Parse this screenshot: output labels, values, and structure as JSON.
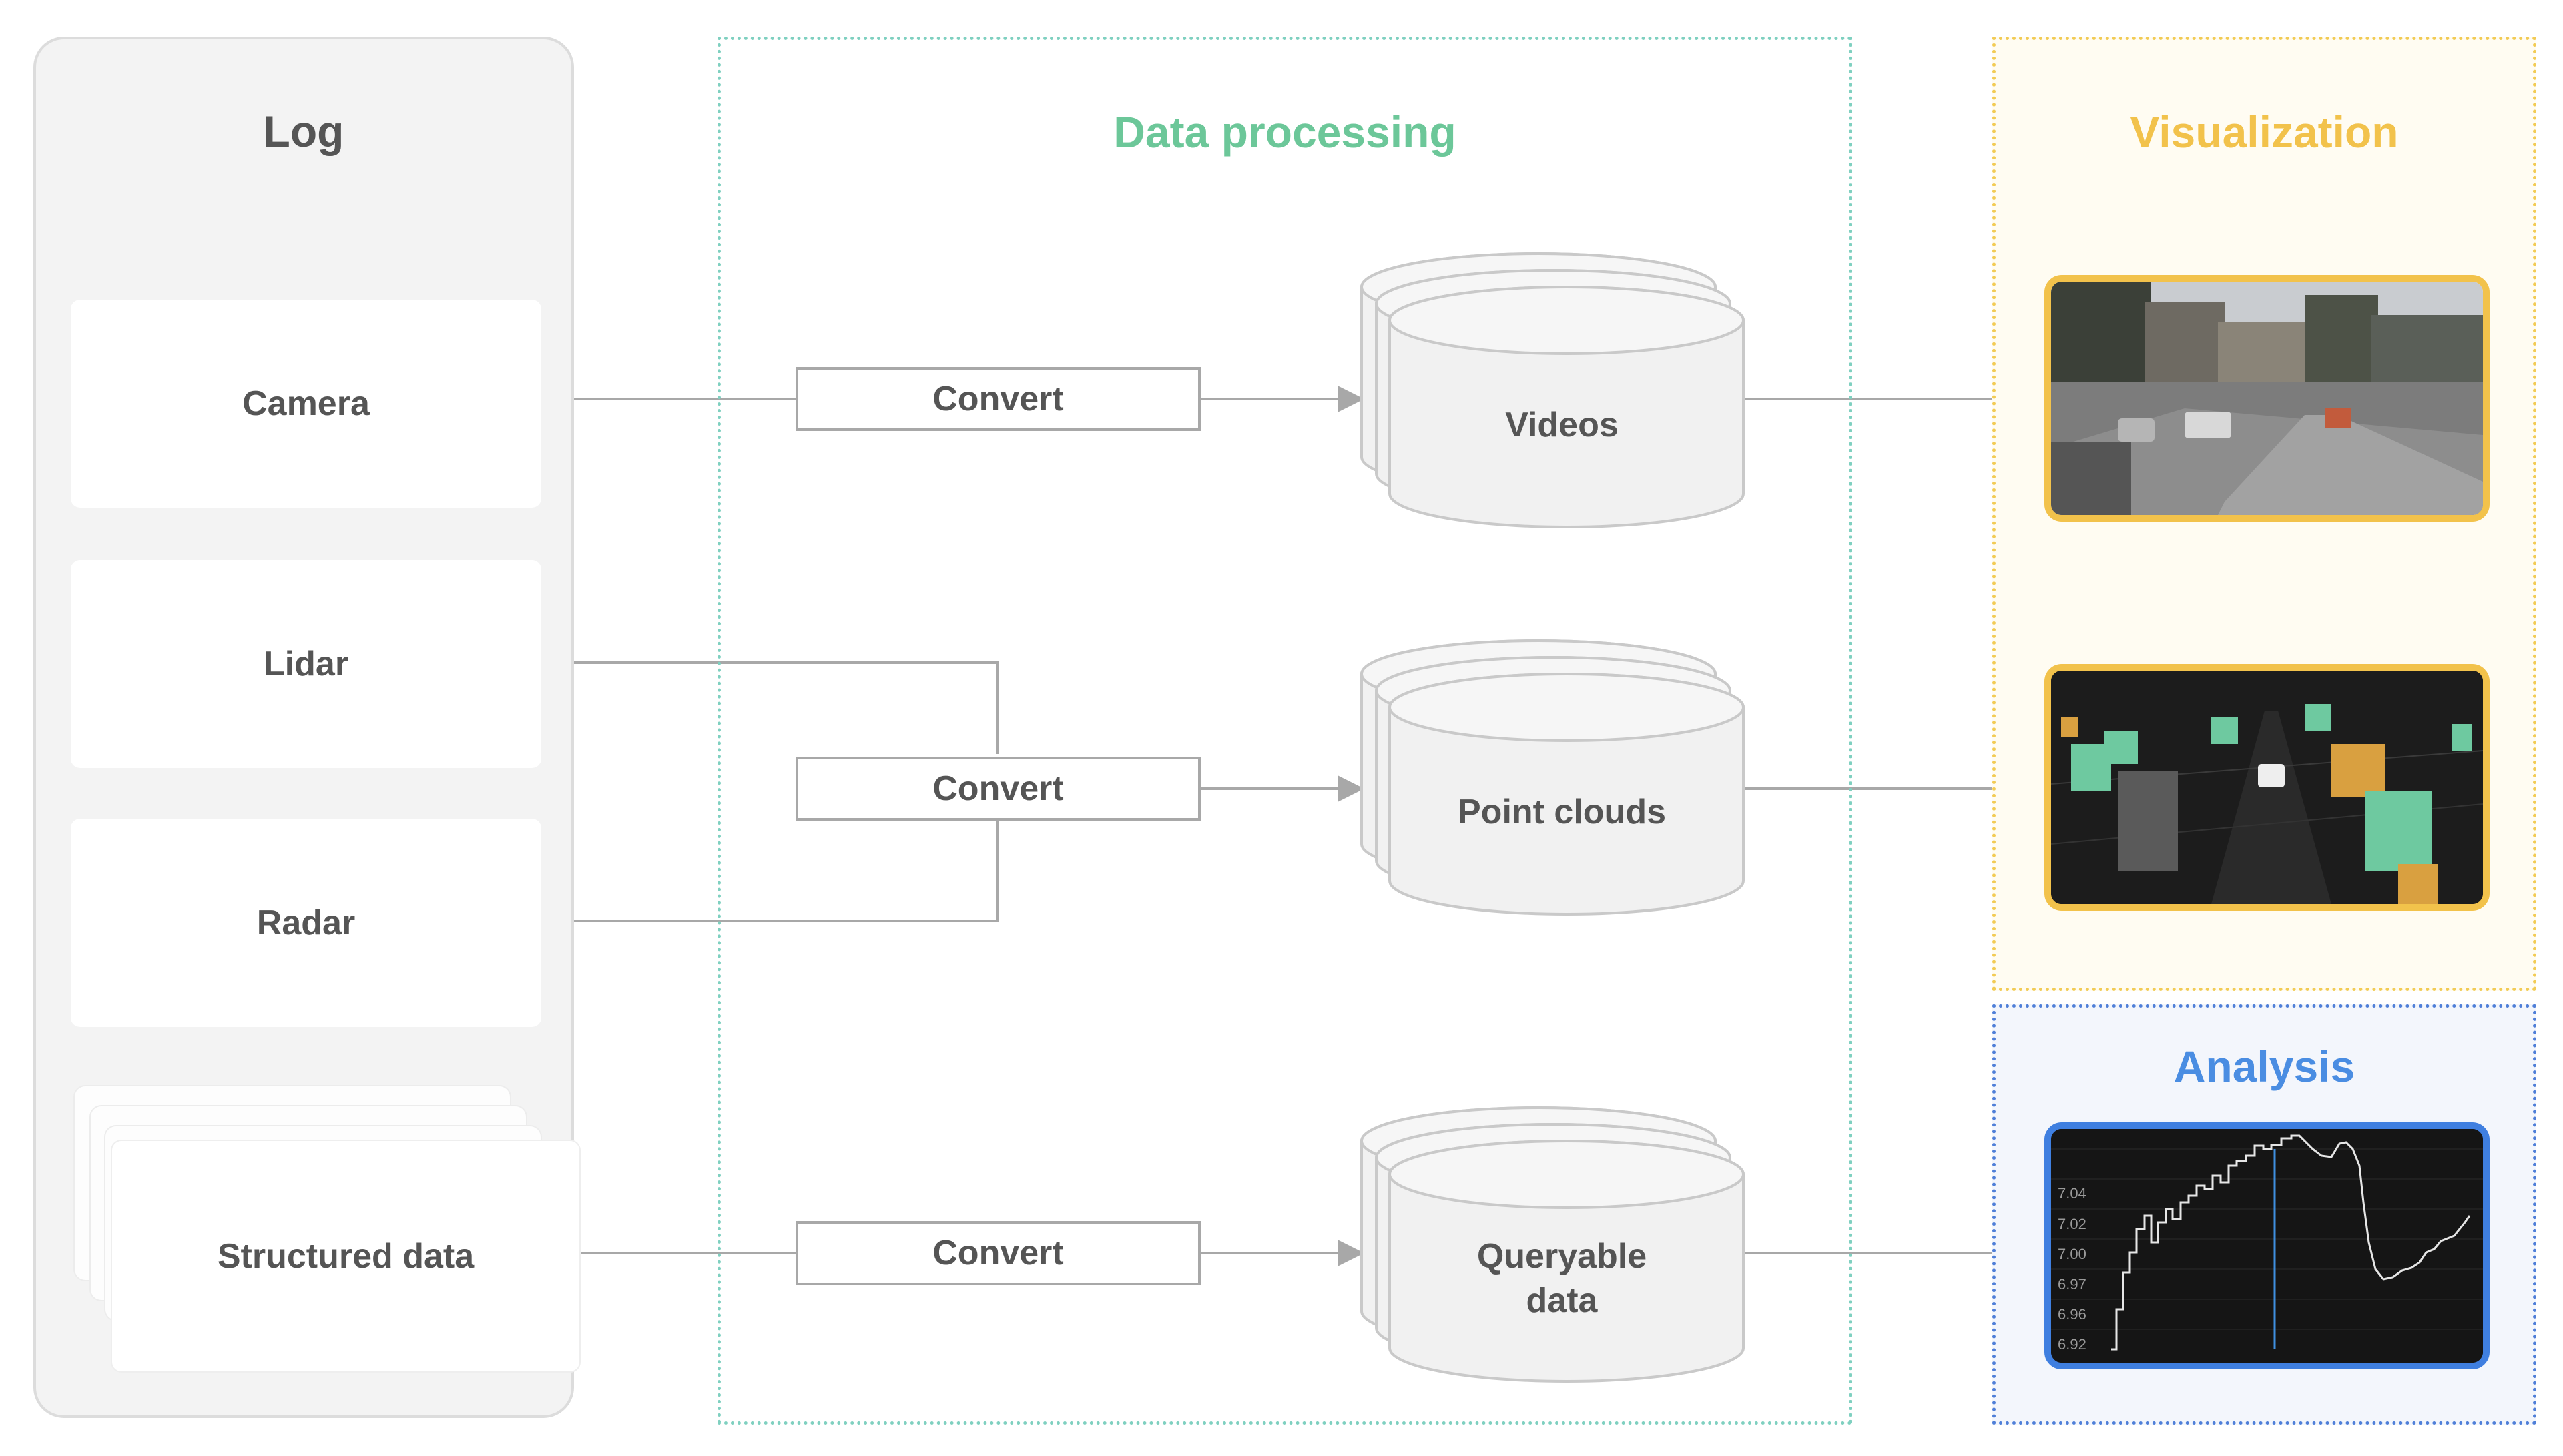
{
  "log": {
    "title": "Log",
    "sources": {
      "camera": "Camera",
      "lidar": "Lidar",
      "radar": "Radar",
      "structured": "Structured data"
    }
  },
  "processing": {
    "title": "Data processing",
    "convert_label": "Convert",
    "outputs": {
      "videos": "Videos",
      "point_clouds": "Point clouds",
      "queryable_line1": "Queryable",
      "queryable_line2": "data"
    }
  },
  "visualization": {
    "title": "Visualization",
    "previews": [
      "camera-video-frame",
      "lidar-point-cloud-render"
    ]
  },
  "analysis": {
    "title": "Analysis",
    "chart": {
      "y_ticks": [
        "7.04",
        "7.02",
        "7.00",
        "6.97",
        "6.96",
        "6.92"
      ]
    }
  },
  "colors": {
    "processing": "#6cc799",
    "visualization": "#f2c24b",
    "analysis": "#4a8de2",
    "connector": "#a8a8a8"
  }
}
